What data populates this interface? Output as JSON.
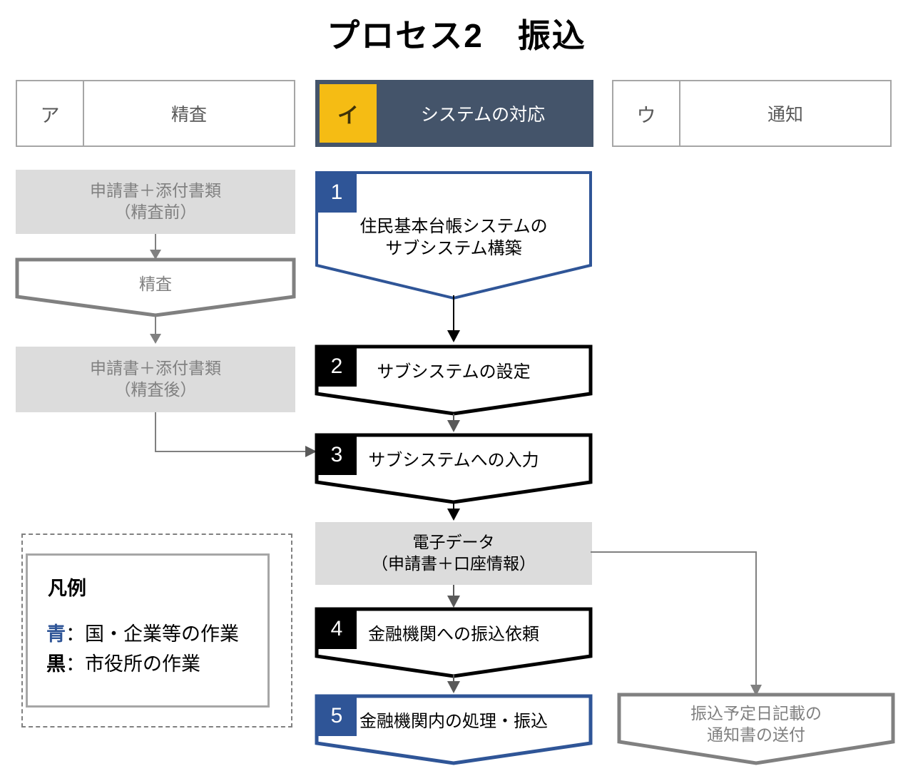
{
  "title": "プロセス2　振込",
  "colors": {
    "blue": "#2f5597",
    "black": "#000000",
    "grey": "#808080",
    "grey_fill": "#dcdcdc",
    "header_dark": "#44546a",
    "header_badge_yellow": "#f5bc14",
    "header_border": "#a6a6a6"
  },
  "columns": [
    {
      "badge": "ア",
      "label": "精査",
      "active": false
    },
    {
      "badge": "イ",
      "label": "システムの対応",
      "active": true
    },
    {
      "badge": "ウ",
      "label": "通知",
      "active": false
    }
  ],
  "left_column": {
    "doc_before": "申請書＋添付書類\n（精査前）",
    "review_step": "精査",
    "doc_after": "申請書＋添付書類\n（精査後）"
  },
  "center_column": {
    "steps": [
      {
        "number": "1",
        "label": "住民基本台帳システムの\nサブシステム構築",
        "color": "blue"
      },
      {
        "number": "2",
        "label": "サブシステムの設定",
        "color": "black"
      },
      {
        "number": "3",
        "label": "サブシステムへの入力",
        "color": "black"
      },
      {
        "number": "4",
        "label": "金融機関への振込依頼",
        "color": "black"
      },
      {
        "number": "5",
        "label": "金融機関内の処理・振込",
        "color": "blue"
      }
    ],
    "data_box": "電子データ\n（申請書＋口座情報）"
  },
  "right_column": {
    "notice": "振込予定日記載の\n通知書の送付"
  },
  "legend": {
    "title": "凡例",
    "rows": [
      {
        "key": "青",
        "key_color": "blue",
        "text": "：国・企業等の作業"
      },
      {
        "key": "黒",
        "key_color": "black",
        "text": "：市役所の作業"
      }
    ]
  }
}
